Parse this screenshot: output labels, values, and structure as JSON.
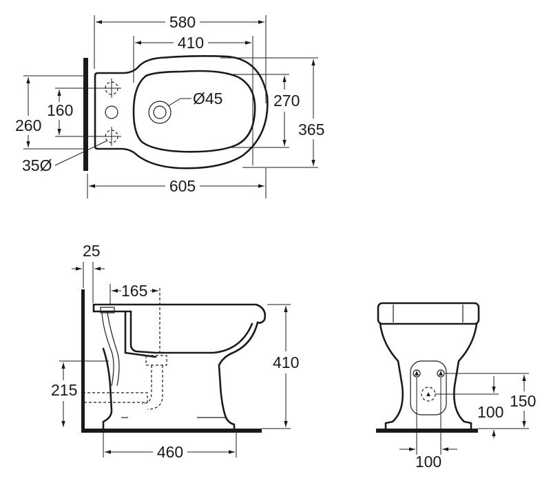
{
  "top_view": {
    "dims": {
      "overall_width": "580",
      "bowl_width": "410",
      "hole_diameter": "Ø45",
      "bowl_depth": "270",
      "overall_depth": "365",
      "fixing_centers": "160",
      "wall_height": "260",
      "fixing_hole": "35Ø",
      "projection": "605"
    }
  },
  "side_view": {
    "dims": {
      "wall_offset": "25",
      "tap_offset": "165",
      "height": "410",
      "outlet_height": "215",
      "base_length": "460"
    }
  },
  "front_view": {
    "dims": {
      "fixing_spacing": "100",
      "inlet_height": "100",
      "fixing_height": "150"
    }
  }
}
